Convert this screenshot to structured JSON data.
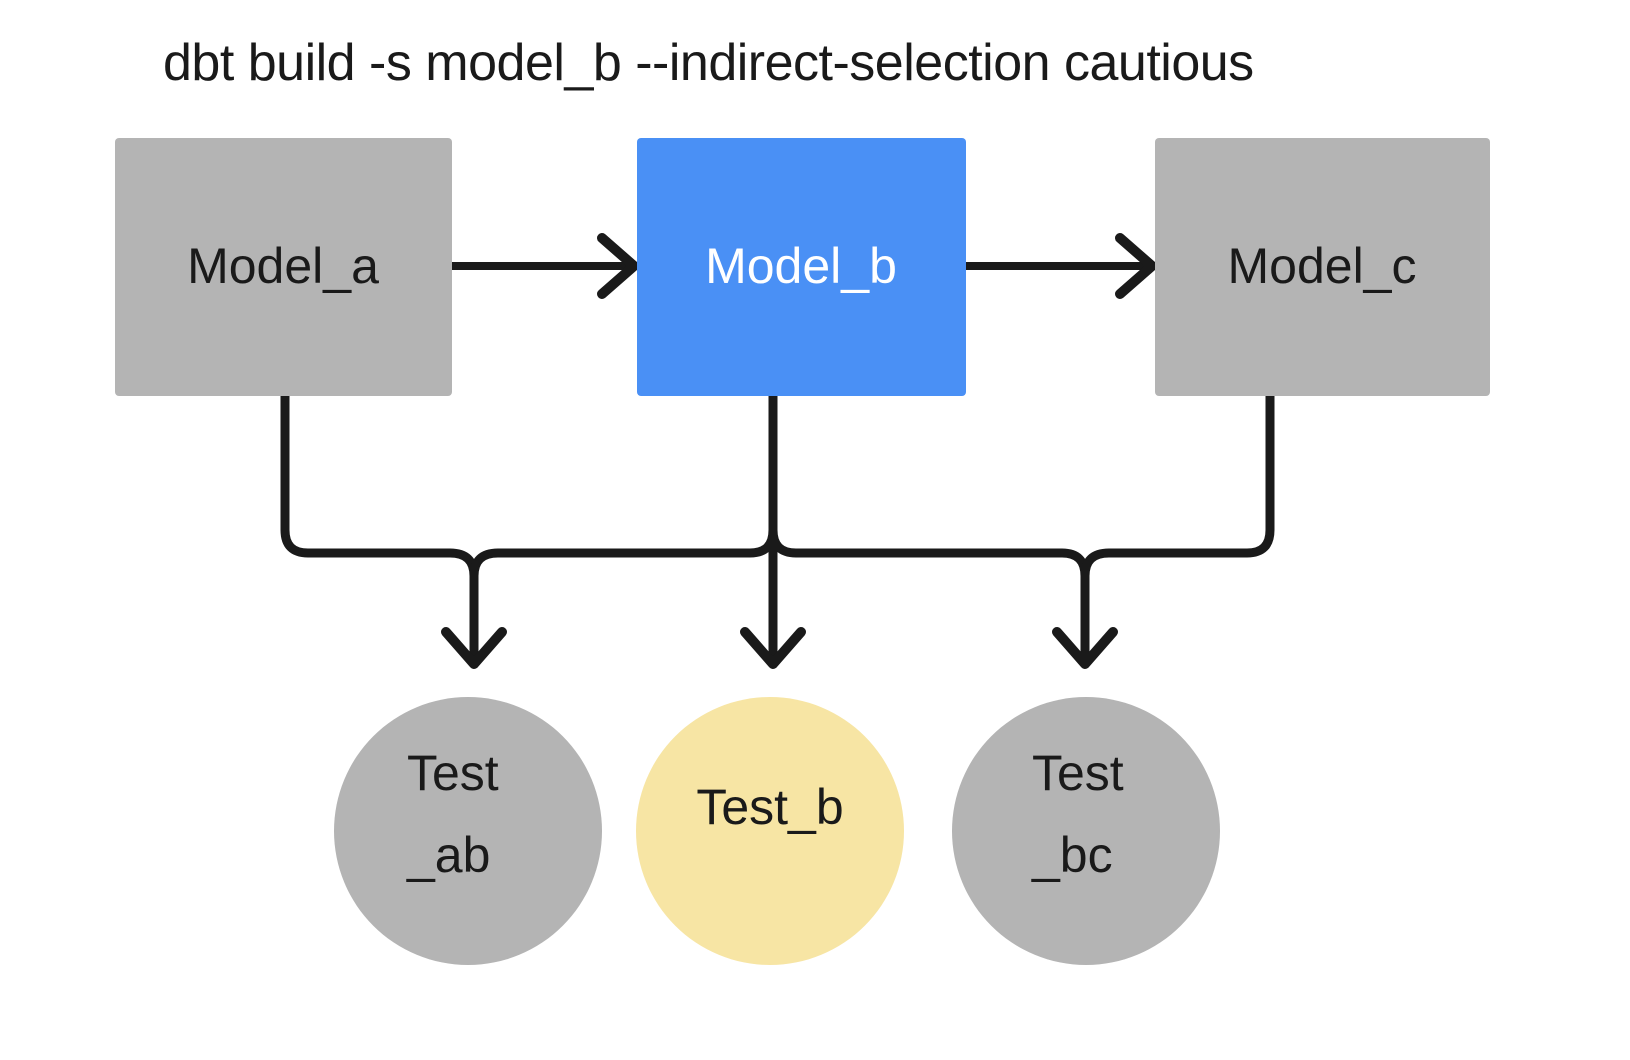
{
  "title": "dbt build -s model_b --indirect-selection cautious",
  "theme": {
    "background": "#ffffff",
    "node_gray": "#b4b4b4",
    "node_blue": "#4a90f5",
    "node_yellow": "#f7e5a4",
    "edge_color": "#1a1a1a",
    "text_dark": "#1a1a1a",
    "text_light": "#ffffff"
  },
  "models": [
    {
      "id": "model_a",
      "label": "Model_a",
      "fill": "#b4b4b4",
      "text_color": "#1a1a1a"
    },
    {
      "id": "model_b",
      "label": "Model_b",
      "fill": "#4a90f5",
      "text_color": "#ffffff"
    },
    {
      "id": "model_c",
      "label": "Model_c",
      "fill": "#b4b4b4",
      "text_color": "#1a1a1a"
    }
  ],
  "tests": [
    {
      "id": "test_ab",
      "line1": "Test",
      "line2": "_ab",
      "fill": "#b4b4b4",
      "text_color": "#1a1a1a"
    },
    {
      "id": "test_b",
      "line1": "Test_b",
      "line2": "",
      "fill": "#f7e5a4",
      "text_color": "#1a1a1a"
    },
    {
      "id": "test_bc",
      "line1": "Test",
      "line2": "_bc",
      "fill": "#b4b4b4",
      "text_color": "#1a1a1a"
    }
  ],
  "edges": [
    {
      "id": "model_a-to-model_b",
      "from": "model_a",
      "to": "model_b",
      "kind": "horizontal-arrow"
    },
    {
      "id": "model_b-to-model_c",
      "from": "model_b",
      "to": "model_c",
      "kind": "horizontal-arrow"
    },
    {
      "id": "model_a-to-test_ab",
      "from": "model_a",
      "to": "test_ab",
      "kind": "elbow-arrow"
    },
    {
      "id": "model_b-to-test_ab",
      "from": "model_b",
      "to": "test_ab",
      "kind": "elbow-arrow"
    },
    {
      "id": "model_b-to-test_b",
      "from": "model_b",
      "to": "test_b",
      "kind": "straight-arrow"
    },
    {
      "id": "model_b-to-test_bc",
      "from": "model_b",
      "to": "test_bc",
      "kind": "elbow-arrow"
    },
    {
      "id": "model_c-to-test_bc",
      "from": "model_c",
      "to": "test_bc",
      "kind": "elbow-arrow"
    }
  ]
}
